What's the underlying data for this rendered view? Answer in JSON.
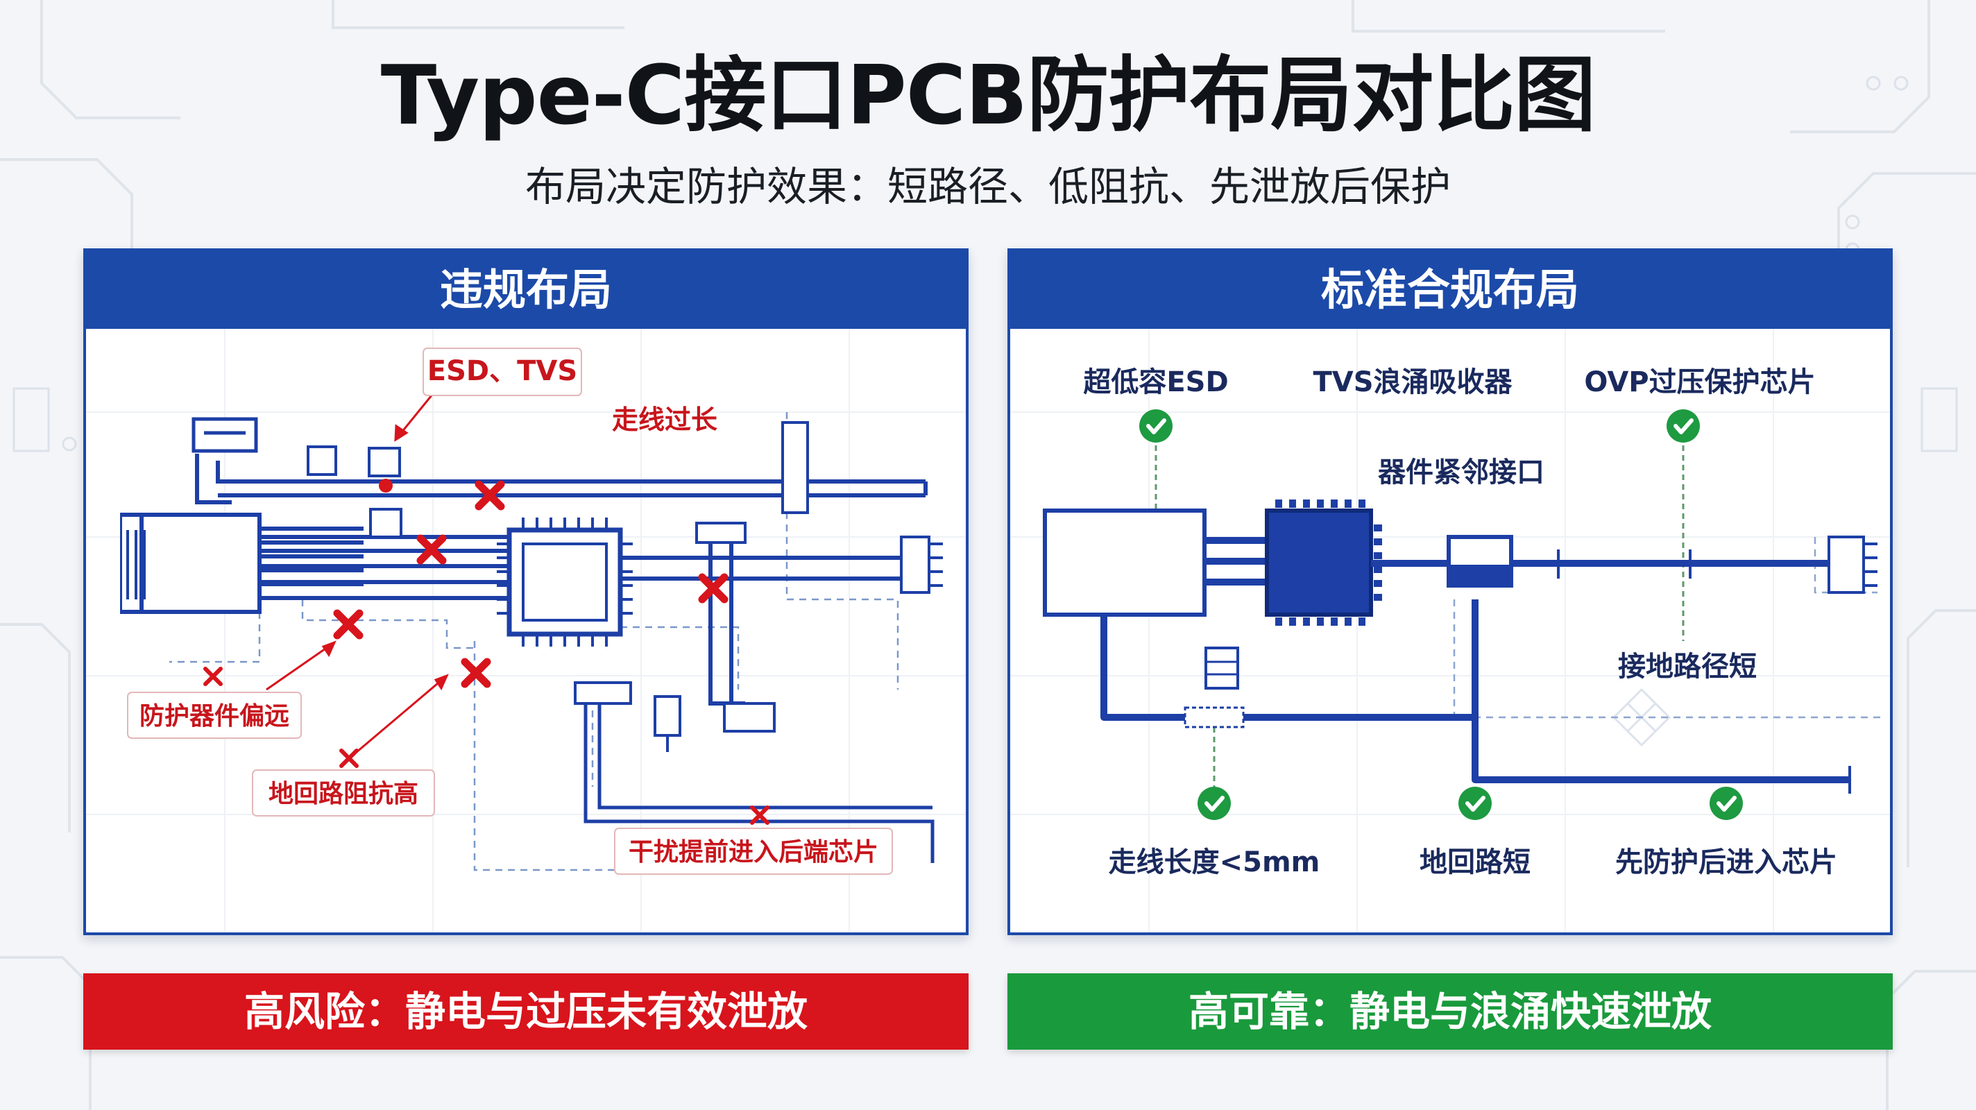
{
  "title": "Type-C接口PCB防护布局对比图",
  "subtitle": "布局决定防护效果：短路径、低阻抗、先泄放后保护",
  "left_panel": {
    "header": "违规布局",
    "labels": {
      "esd_tvs": "ESD、TVS",
      "trace_too_long": "走线过长",
      "protection_far": "防护器件偏远",
      "ground_high_impedance": "地回路阻抗高",
      "interference_first": "干扰提前进入后端芯片"
    },
    "verdict": "高风险：静电与过压未有效泄放"
  },
  "right_panel": {
    "header": "标准合规布局",
    "labels": {
      "low_cap_esd": "超低容ESD",
      "tvs_surge": "TVS浪涌吸收器",
      "ovp_chip": "OVP过压保护芯片",
      "near_connector": "器件紧邻接口",
      "short_ground_path": "接地路径短",
      "trace_length": "走线长度<5mm",
      "ground_loop_short": "地回路短",
      "protect_first": "先防护后进入芯片"
    },
    "verdict": "高可靠：静电与浪涌快速泄放"
  },
  "colors": {
    "primary_blue": "#1c4aa8",
    "trace_blue": "#1d3fa6",
    "error_red": "#d8141c",
    "ok_green": "#199a3c"
  }
}
